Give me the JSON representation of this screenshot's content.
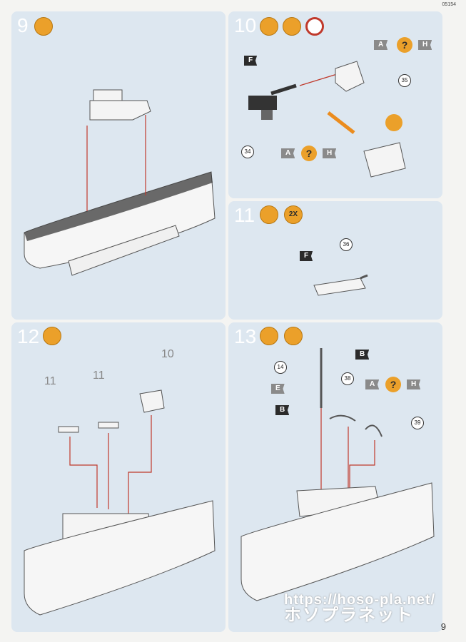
{
  "header": {
    "code": "05154"
  },
  "footer": {
    "page_number": "9"
  },
  "watermark": {
    "url": "https://hoso-pla.net/",
    "name": "ホソプラネット"
  },
  "steps": [
    {
      "id": "9",
      "number": "9",
      "icons": [
        "paint-icon"
      ]
    },
    {
      "id": "10",
      "number": "10",
      "icons": [
        "paint-icon",
        "glue-icon",
        "clock-icon"
      ],
      "flags": [
        "F",
        "A",
        "H",
        "A",
        "H"
      ],
      "callouts": [
        "35",
        "34"
      ],
      "qmarks": [
        "?",
        "?"
      ]
    },
    {
      "id": "11",
      "number": "11",
      "icons": [
        "paint-icon",
        "2x-icon"
      ],
      "multiplier": "2X",
      "flags": [
        "F"
      ],
      "callouts": [
        "36"
      ]
    },
    {
      "id": "12",
      "number": "12",
      "icons": [
        "paint-icon"
      ],
      "part_labels": [
        "11",
        "11",
        "10"
      ]
    },
    {
      "id": "13",
      "number": "13",
      "icons": [
        "paint-icon",
        "glue-icon"
      ],
      "flags": [
        "B",
        "E",
        "B",
        "A",
        "H"
      ],
      "callouts": [
        "14",
        "38",
        "39"
      ],
      "qmarks": [
        "?"
      ]
    }
  ]
}
